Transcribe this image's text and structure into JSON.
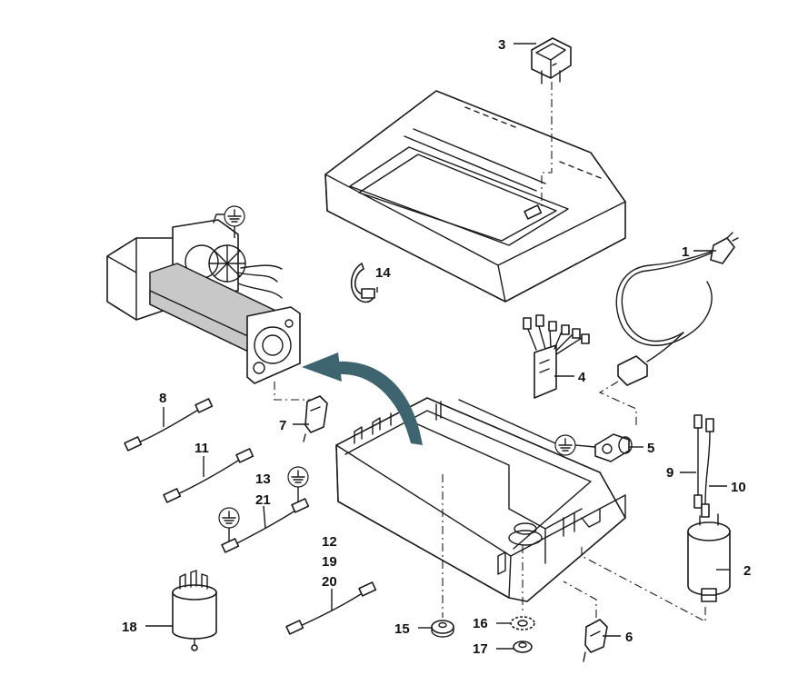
{
  "callouts": {
    "p1": "1",
    "p2": "2",
    "p3": "3",
    "p4": "4",
    "p5": "5",
    "p6": "6",
    "p7": "7",
    "p8": "8",
    "p9": "9",
    "p10": "10",
    "p11": "11",
    "p12": "12",
    "p13": "13",
    "p14": "14",
    "p15": "15",
    "p16": "16",
    "p17": "17",
    "p18": "18",
    "p19": "19",
    "p20": "20",
    "p21": "21"
  },
  "colors": {
    "line": "#1a1a1a",
    "arrow": "#3e6470",
    "grey": "#c8c8c8"
  },
  "icons": [
    "ground-symbol-icon",
    "assembly-arrow-icon"
  ]
}
